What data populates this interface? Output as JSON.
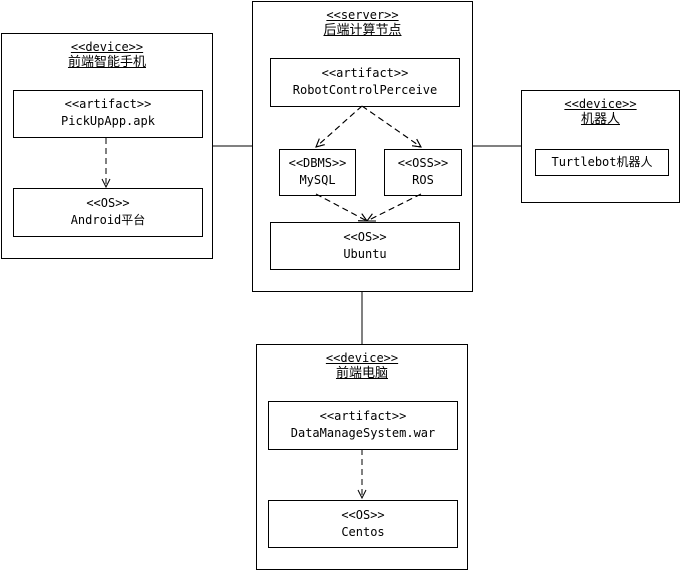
{
  "nodes": {
    "phone": {
      "stereotype": "<<device>>",
      "title": "前端智能手机",
      "artifact": {
        "stereotype": "<<artifact>>",
        "name": "PickUpApp.apk"
      },
      "os": {
        "stereotype": "<<OS>>",
        "name": "Android平台"
      }
    },
    "server": {
      "stereotype": "<<server>>",
      "title": "后端计算节点",
      "artifact": {
        "stereotype": "<<artifact>>",
        "name": "RobotControlPerceive"
      },
      "dbms": {
        "stereotype": "<<DBMS>>",
        "name": "MySQL"
      },
      "oss": {
        "stereotype": "<<OSS>>",
        "name": "ROS"
      },
      "os": {
        "stereotype": "<<OS>>",
        "name": "Ubuntu"
      }
    },
    "robot": {
      "stereotype": "<<device>>",
      "title": "机器人",
      "component": {
        "name": "Turtlebot机器人"
      }
    },
    "pc": {
      "stereotype": "<<device>>",
      "title": "前端电脑",
      "artifact": {
        "stereotype": "<<artifact>>",
        "name": "DataManageSystem.war"
      },
      "os": {
        "stereotype": "<<OS>>",
        "name": "Centos"
      }
    }
  }
}
